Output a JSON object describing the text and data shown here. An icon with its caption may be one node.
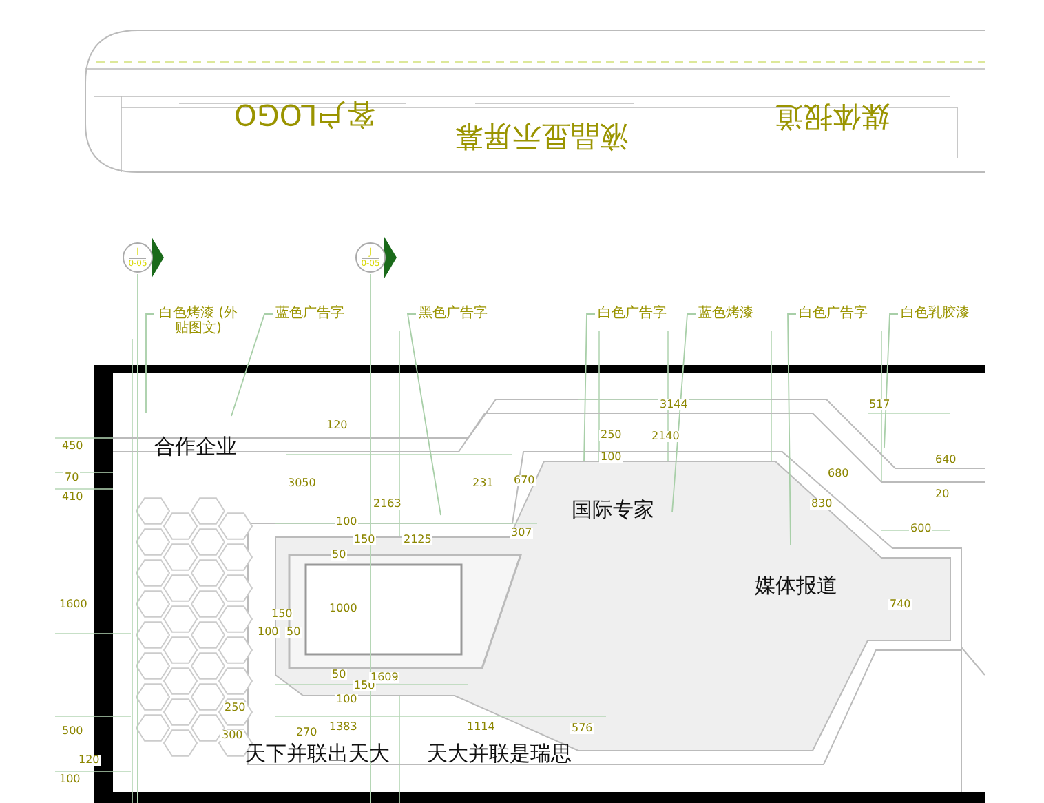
{
  "diagram": {
    "nodes": [
      {
        "text": [
          "I",
          "0-05"
        ]
      },
      {
        "text": [
          "J",
          "0-05"
        ]
      },
      {
        "text": [
          "白色烤漆 (外贴图文)"
        ]
      },
      {
        "text": [
          "蓝色广告字"
        ]
      },
      {
        "text": [
          "黑色广告字"
        ]
      },
      {
        "text": [
          "白色广告字"
        ]
      },
      {
        "text": [
          "蓝色烤漆"
        ]
      },
      {
        "text": [
          "白色广告字"
        ]
      },
      {
        "text": [
          "白色乳胶漆"
        ]
      }
    ],
    "edges": [
      {
        "from": 2,
        "to": null,
        "arrow": "none"
      },
      {
        "from": 3,
        "to": null,
        "arrow": "none"
      },
      {
        "from": 4,
        "to": null,
        "arrow": "none"
      },
      {
        "from": 5,
        "to": null,
        "arrow": "none"
      },
      {
        "from": 6,
        "to": null,
        "arrow": "none"
      },
      {
        "from": 7,
        "to": null,
        "arrow": "none"
      },
      {
        "from": 8,
        "to": null,
        "arrow": "none"
      }
    ],
    "labels": [
      "客户LOGO",
      "液晶显示屏幕",
      "媒体报道",
      "合作企业",
      "国际专家",
      "媒体报道",
      "天下并联出天大",
      "天大并联是瑞思",
      "450",
      "70",
      "410",
      "1600",
      "500",
      "120",
      "100",
      "120",
      "3050",
      "231",
      "2163",
      "670",
      "307",
      "100",
      "150",
      "2125",
      "50",
      "1000",
      "150",
      "100",
      "50",
      "50",
      "150",
      "1609",
      "100",
      "250",
      "300",
      "1383",
      "1114",
      "270",
      "3144",
      "250",
      "2140",
      "100",
      "517",
      "640",
      "680",
      "830",
      "600",
      "20",
      "740",
      "576"
    ]
  }
}
